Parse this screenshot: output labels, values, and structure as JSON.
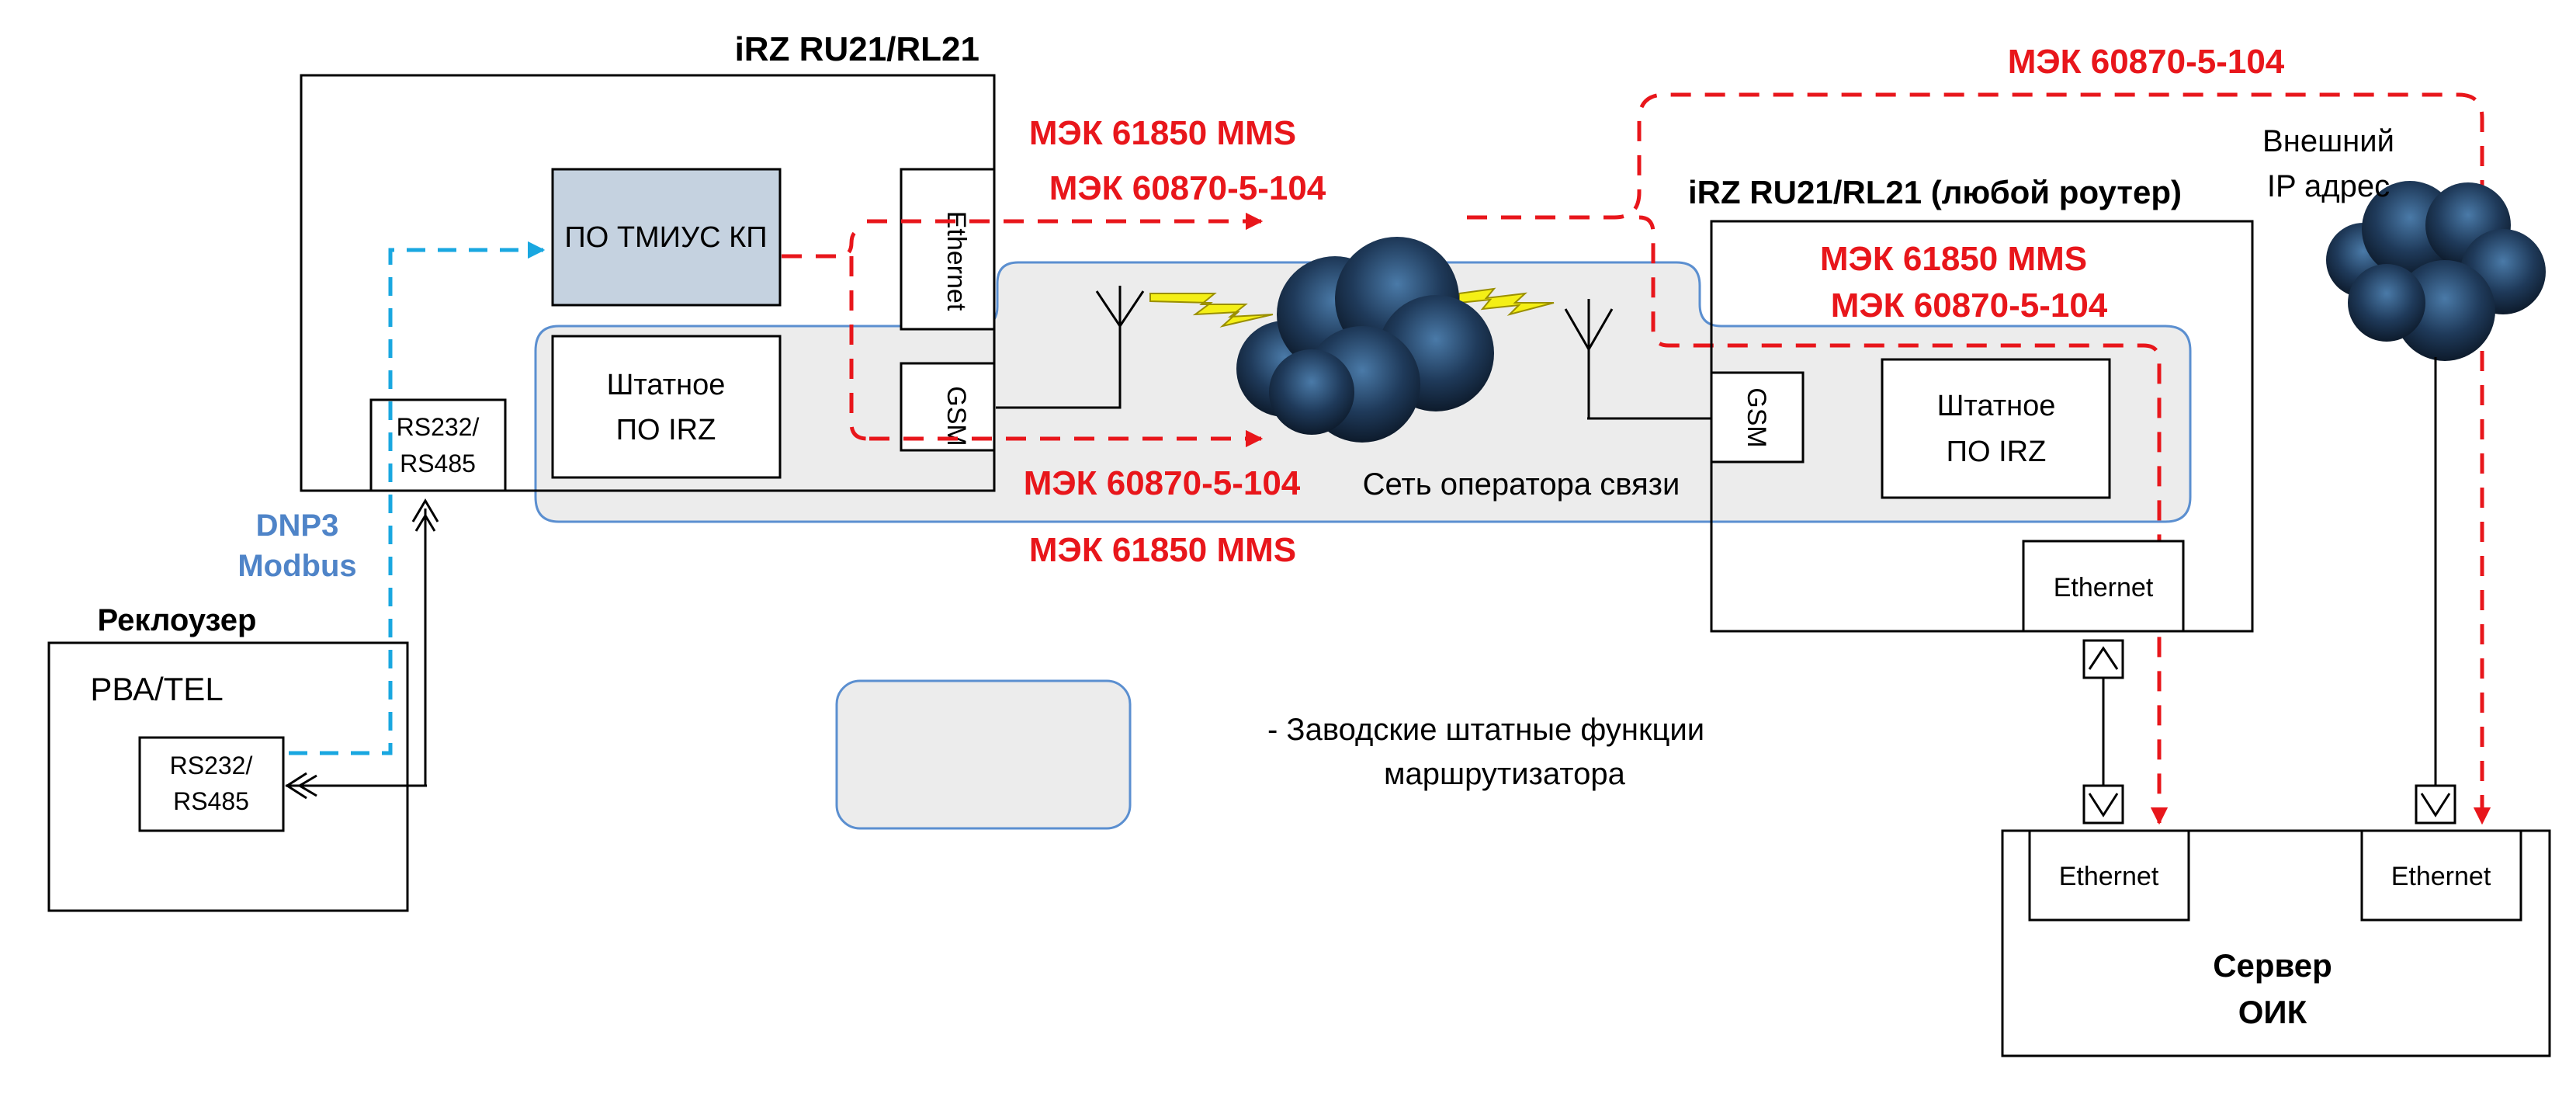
{
  "colors": {
    "iec_red": "#e8161b",
    "serial_blue": "#19a7e0",
    "label_blue": "#4f84c8",
    "router_area_fill": "#ececec",
    "router_area_border": "#5b8fd0",
    "software_box_fill": "#c5d2e0",
    "lightning_yellow": "#f4ef16"
  },
  "left_router": {
    "title": "iRZ RU21/RL21",
    "software_box": "ПО ТМИУС КП",
    "ethernet_port": "Ethernet",
    "gsm_port": "GSM",
    "firmware_box_line1": "Штатное",
    "firmware_box_line2": "ПО IRZ",
    "serial_port_line1": "RS232/",
    "serial_port_line2": "RS485"
  },
  "protocol_labels": {
    "mms_top": "МЭК 61850 MMS",
    "iec104_top": "МЭК 60870-5-104",
    "iec104_bottom": "МЭК 60870-5-104",
    "mms_bottom": "МЭК 61850 MMS",
    "iec104_external": "МЭК 60870-5-104",
    "mms_right": "МЭК 61850 MMS",
    "iec104_right": "МЭК 60870-5-104"
  },
  "serial_protocols": {
    "line1": "DNP3",
    "line2": "Modbus"
  },
  "recloser": {
    "title": "Реклоузер",
    "model": "РВА/TEL",
    "serial_port_line1": "RS232/",
    "serial_port_line2": "RS485"
  },
  "operator_network": {
    "label": "Сеть оператора связи"
  },
  "right_router": {
    "title": "iRZ RU21/RL21 (любой роутер)",
    "gsm_port": "GSM",
    "firmware_box_line1": "Штатное",
    "firmware_box_line2": "ПО IRZ",
    "ethernet_port": "Ethernet"
  },
  "external_ip": {
    "line1": "Внешний",
    "line2": "IP адрес"
  },
  "server": {
    "title_line1": "Сервер",
    "title_line2": "ОИК",
    "ethernet_left": "Ethernet",
    "ethernet_right": "Ethernet"
  },
  "legend": {
    "text_line1": "- Заводские штатные функции",
    "text_line2": "маршрутизатора"
  }
}
